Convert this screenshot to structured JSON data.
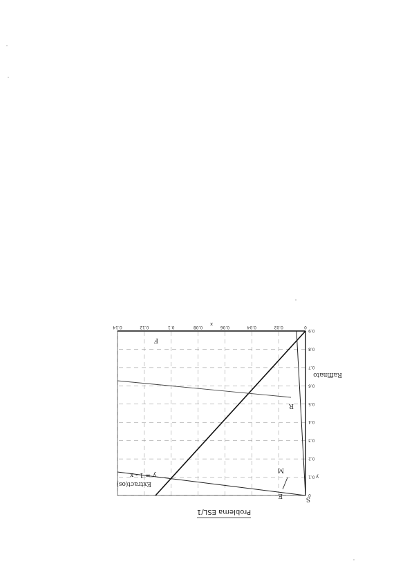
{
  "figure": {
    "caption": "Problema ESL/1",
    "x_axis_title": "x",
    "y_axis_title": "y",
    "x_ticks": [
      "0",
      "0.02",
      "0.04",
      "0.06",
      "0.08",
      "0.1",
      "0.12",
      "0.14"
    ],
    "y_ticks": [
      "0",
      "0.1",
      "0.2",
      "0.3",
      "0.4",
      "0.5",
      "0.6",
      "0.7",
      "0.8",
      "0.9"
    ],
    "annotations": {
      "extract": "Extract(os)",
      "raffinate": "Raffinato",
      "eq": "y = 1 - x",
      "point_E": "E",
      "point_R": "R",
      "point_M": "M",
      "point_F": "F",
      "point_S": "S"
    }
  }
}
